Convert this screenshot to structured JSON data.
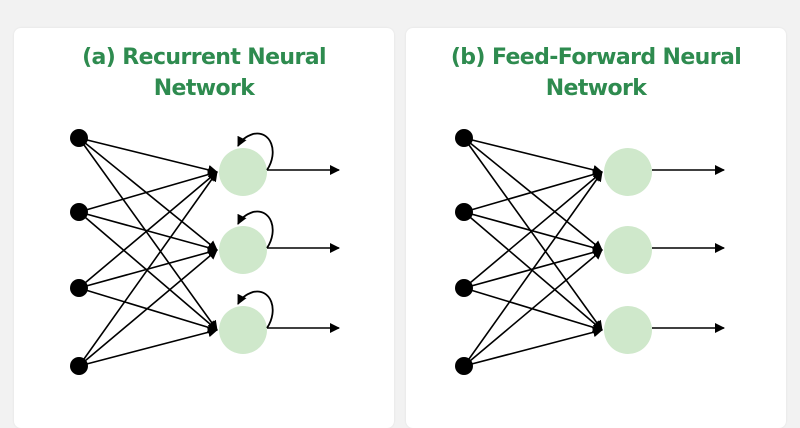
{
  "panels": [
    {
      "id": "a",
      "title_line1": "(a) Recurrent Neural",
      "title_line2": "Network",
      "type": "recurrent",
      "input_nodes": 4,
      "output_nodes": 3,
      "recurrent_loops": true
    },
    {
      "id": "b",
      "title_line1": "(b) Feed-Forward Neural",
      "title_line2": "Network",
      "type": "feed-forward",
      "input_nodes": 4,
      "output_nodes": 3,
      "recurrent_loops": false
    }
  ],
  "colors": {
    "title": "#2e8b4f",
    "output_node": "#cfe8cb",
    "input_node": "#000000",
    "edge": "#000000"
  }
}
